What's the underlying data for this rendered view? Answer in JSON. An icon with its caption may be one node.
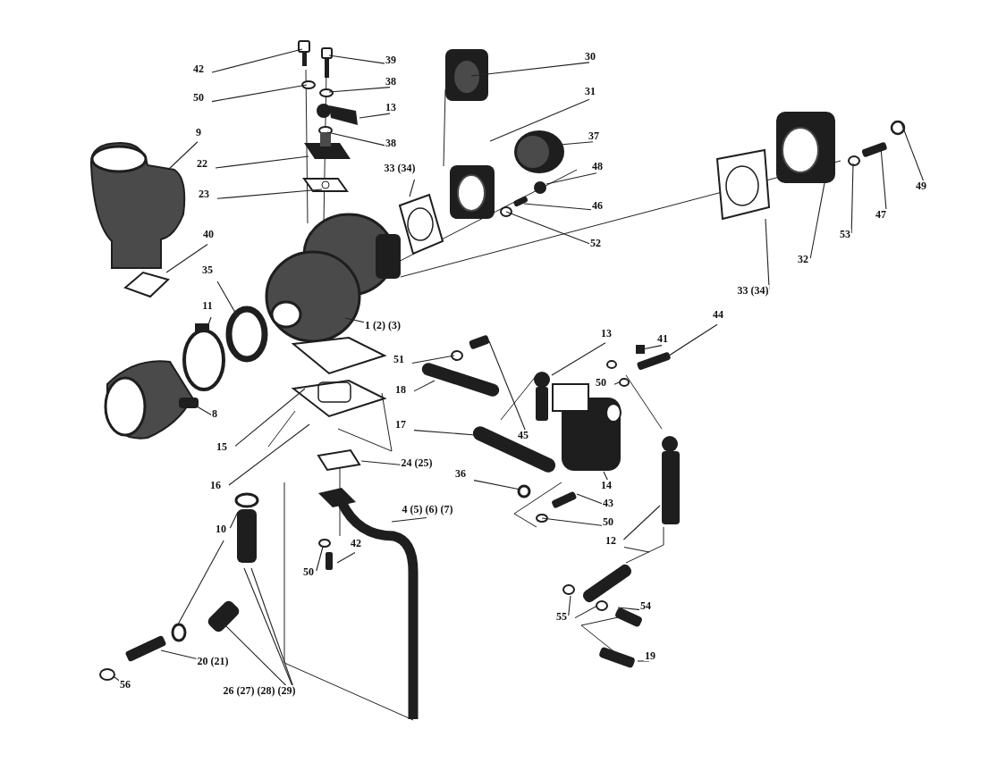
{
  "diagram": {
    "nodes": [
      {
        "text": [
          "42"
        ]
      },
      {
        "text": [
          "39"
        ]
      },
      {
        "text": [
          "50"
        ]
      },
      {
        "text": [
          "38"
        ]
      },
      {
        "text": [
          "13"
        ]
      },
      {
        "text": [
          "38"
        ]
      },
      {
        "text": [
          "9"
        ]
      },
      {
        "text": [
          "22"
        ]
      },
      {
        "text": [
          "23"
        ]
      },
      {
        "text": [
          "30"
        ]
      },
      {
        "text": [
          "31"
        ]
      },
      {
        "text": [
          "37"
        ]
      },
      {
        "text": [
          "48"
        ]
      },
      {
        "text": [
          "46"
        ]
      },
      {
        "text": [
          "52"
        ]
      },
      {
        "text": [
          "33 (34)"
        ]
      },
      {
        "text": [
          "40"
        ]
      },
      {
        "text": [
          "35"
        ]
      },
      {
        "text": [
          "11"
        ]
      },
      {
        "text": [
          "1 (2) (3)"
        ]
      },
      {
        "text": [
          "8"
        ]
      },
      {
        "text": [
          "15"
        ]
      },
      {
        "text": [
          "16"
        ]
      },
      {
        "text": [
          "49"
        ]
      },
      {
        "text": [
          "47"
        ]
      },
      {
        "text": [
          "53"
        ]
      },
      {
        "text": [
          "32"
        ]
      },
      {
        "text": [
          "33 (34)"
        ]
      },
      {
        "text": [
          "51"
        ]
      },
      {
        "text": [
          "18"
        ]
      },
      {
        "text": [
          "17"
        ]
      },
      {
        "text": [
          "45"
        ]
      },
      {
        "text": [
          "24 (25)"
        ]
      },
      {
        "text": [
          "36"
        ]
      },
      {
        "text": [
          "13"
        ]
      },
      {
        "text": [
          "41"
        ]
      },
      {
        "text": [
          "44"
        ]
      },
      {
        "text": [
          "50"
        ]
      },
      {
        "text": [
          "14"
        ]
      },
      {
        "text": [
          "43"
        ]
      },
      {
        "text": [
          "50"
        ]
      },
      {
        "text": [
          "12"
        ]
      },
      {
        "text": [
          "4 (5) (6) (7)"
        ]
      },
      {
        "text": [
          "10"
        ]
      },
      {
        "text": [
          "50"
        ]
      },
      {
        "text": [
          "42"
        ]
      },
      {
        "text": [
          "55"
        ]
      },
      {
        "text": [
          "54"
        ]
      },
      {
        "text": [
          "20 (21)"
        ]
      },
      {
        "text": [
          "19"
        ]
      },
      {
        "text": [
          "56"
        ]
      },
      {
        "text": [
          "26 (27) (28) (29)"
        ]
      }
    ],
    "edges": [
      {
        "from": 0,
        "to": null,
        "arrow": "none"
      },
      {
        "from": 1,
        "to": null,
        "arrow": "none"
      },
      {
        "from": 2,
        "to": null,
        "arrow": "none"
      },
      {
        "from": 3,
        "to": null,
        "arrow": "none"
      },
      {
        "from": 4,
        "to": null,
        "arrow": "none"
      },
      {
        "from": 5,
        "to": null,
        "arrow": "none"
      },
      {
        "from": 6,
        "to": null,
        "arrow": "none"
      },
      {
        "from": 7,
        "to": null,
        "arrow": "none"
      },
      {
        "from": 8,
        "to": null,
        "arrow": "none"
      },
      {
        "from": 9,
        "to": null,
        "arrow": "none"
      },
      {
        "from": 10,
        "to": null,
        "arrow": "none"
      },
      {
        "from": 11,
        "to": null,
        "arrow": "none"
      },
      {
        "from": 12,
        "to": null,
        "arrow": "none"
      },
      {
        "from": 13,
        "to": null,
        "arrow": "none"
      },
      {
        "from": 14,
        "to": null,
        "arrow": "none"
      },
      {
        "from": 15,
        "to": null,
        "arrow": "none"
      },
      {
        "from": 16,
        "to": null,
        "arrow": "none"
      },
      {
        "from": 17,
        "to": null,
        "arrow": "none"
      },
      {
        "from": 18,
        "to": null,
        "arrow": "none"
      },
      {
        "from": 19,
        "to": null,
        "arrow": "none"
      },
      {
        "from": 20,
        "to": null,
        "arrow": "none"
      },
      {
        "from": 21,
        "to": null,
        "arrow": "none"
      },
      {
        "from": 22,
        "to": null,
        "arrow": "none"
      },
      {
        "from": 23,
        "to": null,
        "arrow": "none"
      },
      {
        "from": 24,
        "to": null,
        "arrow": "none"
      },
      {
        "from": 25,
        "to": null,
        "arrow": "none"
      },
      {
        "from": 26,
        "to": null,
        "arrow": "none"
      },
      {
        "from": 27,
        "to": null,
        "arrow": "none"
      },
      {
        "from": 28,
        "to": null,
        "arrow": "none"
      },
      {
        "from": 29,
        "to": null,
        "arrow": "none"
      },
      {
        "from": 30,
        "to": null,
        "arrow": "none"
      },
      {
        "from": 31,
        "to": null,
        "arrow": "none"
      },
      {
        "from": 32,
        "to": null,
        "arrow": "none"
      },
      {
        "from": 33,
        "to": null,
        "arrow": "none"
      },
      {
        "from": 34,
        "to": null,
        "arrow": "none"
      },
      {
        "from": 35,
        "to": null,
        "arrow": "none"
      },
      {
        "from": 36,
        "to": null,
        "arrow": "none"
      },
      {
        "from": 37,
        "to": null,
        "arrow": "none"
      },
      {
        "from": 38,
        "to": null,
        "arrow": "none"
      },
      {
        "from": 39,
        "to": null,
        "arrow": "none"
      },
      {
        "from": 40,
        "to": null,
        "arrow": "none"
      },
      {
        "from": 41,
        "to": null,
        "arrow": "none"
      },
      {
        "from": 41,
        "to": null,
        "arrow": "none"
      },
      {
        "from": 42,
        "to": null,
        "arrow": "none"
      },
      {
        "from": 43,
        "to": null,
        "arrow": "none"
      },
      {
        "from": 43,
        "to": null,
        "arrow": "none"
      },
      {
        "from": 44,
        "to": null,
        "arrow": "none"
      },
      {
        "from": 45,
        "to": null,
        "arrow": "none"
      },
      {
        "from": 46,
        "to": null,
        "arrow": "none"
      },
      {
        "from": 46,
        "to": null,
        "arrow": "none"
      },
      {
        "from": 47,
        "to": null,
        "arrow": "none"
      },
      {
        "from": 48,
        "to": null,
        "arrow": "none"
      },
      {
        "from": 49,
        "to": null,
        "arrow": "none"
      },
      {
        "from": 50,
        "to": null,
        "arrow": "none"
      },
      {
        "from": 51,
        "to": null,
        "arrow": "none"
      },
      {
        "from": 51,
        "to": null,
        "arrow": "none"
      },
      {
        "from": 51,
        "to": null,
        "arrow": "none"
      }
    ]
  }
}
